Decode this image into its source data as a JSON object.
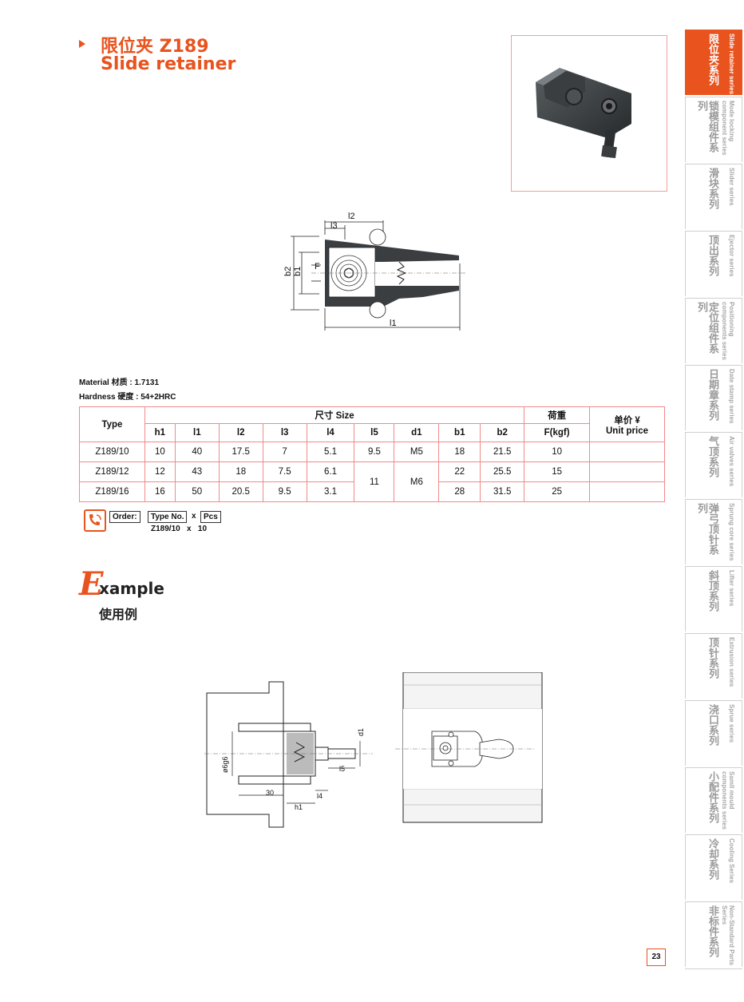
{
  "title": {
    "cn": "限位夹 Z189",
    "en": "Slide retainer"
  },
  "drawing_labels": {
    "l2": "l2",
    "l3": "l3",
    "l1": "l1",
    "b2": "b2",
    "b1": "b1",
    "F": "F"
  },
  "material": {
    "material_line": "Material 材质 : 1.7131",
    "hardness_line": "Hardness 硬度 : 54+2HRC"
  },
  "table": {
    "type_header": "Type",
    "size_header": "尺寸 Size",
    "weight_header": "荷重",
    "price_header_cn": "单价 ¥",
    "price_header_en": "Unit price",
    "columns": [
      "h1",
      "l1",
      "l2",
      "l3",
      "l4",
      "l5",
      "d1",
      "b1",
      "b2",
      "F(kgf)"
    ],
    "rows": [
      {
        "type": "Z189/10",
        "h1": "10",
        "l1": "40",
        "l2": "17.5",
        "l3": "7",
        "l4": "5.1",
        "l5": "9.5",
        "d1": "M5",
        "b1": "18",
        "b2": "21.5",
        "f": "10"
      },
      {
        "type": "Z189/12",
        "h1": "12",
        "l1": "43",
        "l2": "18",
        "l3": "7.5",
        "l4": "6.1",
        "b1": "22",
        "b2": "25.5",
        "f": "15"
      },
      {
        "type": "Z189/16",
        "h1": "16",
        "l1": "50",
        "l2": "20.5",
        "l3": "9.5",
        "l4": "3.1",
        "b1": "28",
        "b2": "31.5",
        "f": "25"
      }
    ],
    "merged_l5": "11",
    "merged_d1": "M6"
  },
  "order": {
    "label": "Order:",
    "type_no": "Type No.",
    "x": "x",
    "pcs": "Pcs",
    "example": "Z189/10   x   10"
  },
  "example": {
    "E": "E",
    "rest": "xample",
    "cn": "使用例"
  },
  "example_labels": {
    "d1": "d1",
    "l5": "l5",
    "l4": "l4",
    "h1": "h1",
    "thirty": "30",
    "phi": "ø6g6"
  },
  "sidenav": [
    {
      "cn": "限位夹系列",
      "en": "Slide retainer series",
      "active": true
    },
    {
      "cn": "锁模组件系列",
      "en": "Mode locking component series",
      "active": false
    },
    {
      "cn": "滑块系列",
      "en": "Slider series",
      "active": false
    },
    {
      "cn": "顶出系列",
      "en": "Ejector series",
      "active": false
    },
    {
      "cn": "定位组件系列",
      "en": "Positioning components series",
      "active": false
    },
    {
      "cn": "日期章系列",
      "en": "Date stamp series",
      "active": false
    },
    {
      "cn": "气顶系列",
      "en": "Air valves series",
      "active": false
    },
    {
      "cn": "弹弓顶针系列",
      "en": "Sprung core series",
      "active": false
    },
    {
      "cn": "斜顶系列",
      "en": "Lifter series",
      "active": false
    },
    {
      "cn": "顶针系列",
      "en": "Extrusion series",
      "active": false
    },
    {
      "cn": "浇口系列",
      "en": "Sprue series",
      "active": false
    },
    {
      "cn": "小配件系列",
      "en": "Samll mould components series",
      "active": false
    },
    {
      "cn": "冷却系列",
      "en": "Cooling Series",
      "active": false
    },
    {
      "cn": "非标件系列",
      "en": "Non-Standard Parts Series",
      "active": false
    }
  ],
  "page_number": "23",
  "colors": {
    "accent": "#e8531e",
    "table_border": "#f08a8a"
  }
}
